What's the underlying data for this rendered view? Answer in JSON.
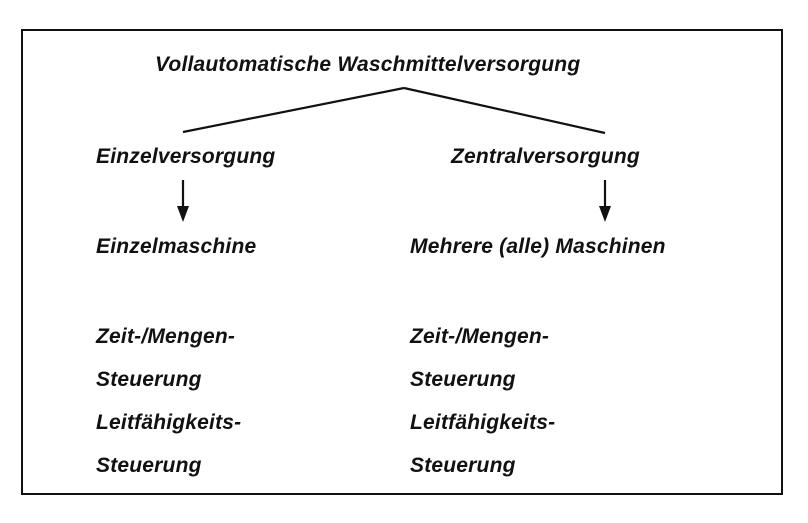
{
  "root": "Vollautomatische Waschmittelversorgung",
  "left": {
    "title": "Einzelversorgung",
    "target": "Einzelmaschine",
    "controls": [
      "Zeit-/Mengen-",
      "Steuerung",
      "Leitfähigkeits-",
      "Steuerung"
    ]
  },
  "right": {
    "title": "Zentralversorgung",
    "target": "Mehrere (alle) Maschinen",
    "controls": [
      "Zeit-/Mengen-",
      "Steuerung",
      "Leitfähigkeits-",
      "Steuerung"
    ]
  }
}
